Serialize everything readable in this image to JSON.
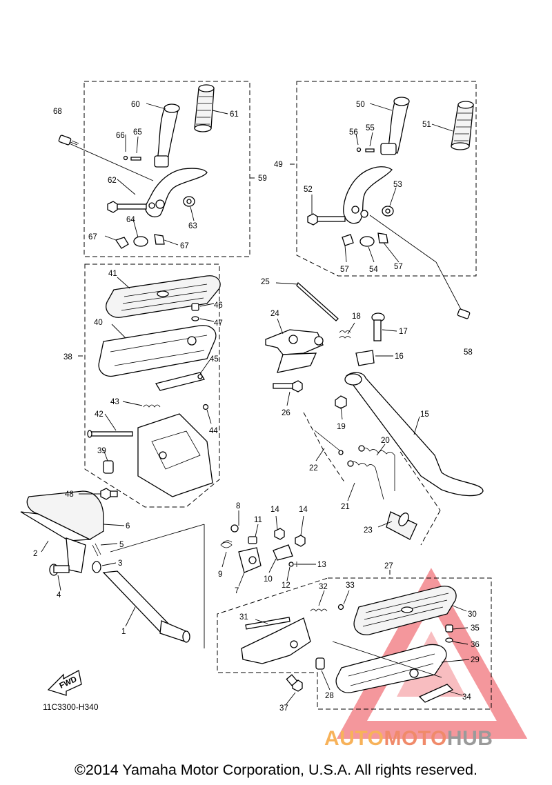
{
  "diagram": {
    "code": "11C3300-H340",
    "copyright": "©2014 Yamaha Motor Corporation, U.S.A. All rights reserved.",
    "fwd_label": "FWD",
    "watermark": {
      "part1": "AUTO",
      "part2": "MOTO",
      "part3": "HUB"
    },
    "colors": {
      "line": "#000000",
      "watermark_red": "#e8212a",
      "watermark_orange": "#f7b25a",
      "watermark_gray": "#9a9a9a"
    },
    "callouts": [
      "1",
      "2",
      "3",
      "4",
      "5",
      "6",
      "7",
      "8",
      "9",
      "10",
      "11",
      "12",
      "13",
      "14",
      "14",
      "15",
      "16",
      "17",
      "18",
      "19",
      "20",
      "21",
      "22",
      "23",
      "24",
      "25",
      "26",
      "27",
      "28",
      "29",
      "30",
      "31",
      "32",
      "33",
      "34",
      "35",
      "36",
      "37",
      "38",
      "39",
      "40",
      "41",
      "42",
      "43",
      "44",
      "45",
      "46",
      "47",
      "48",
      "49",
      "50",
      "51",
      "52",
      "53",
      "54",
      "55",
      "56",
      "57",
      "57",
      "58",
      "59",
      "60",
      "61",
      "62",
      "63",
      "64",
      "65",
      "66",
      "67",
      "67",
      "68"
    ]
  }
}
